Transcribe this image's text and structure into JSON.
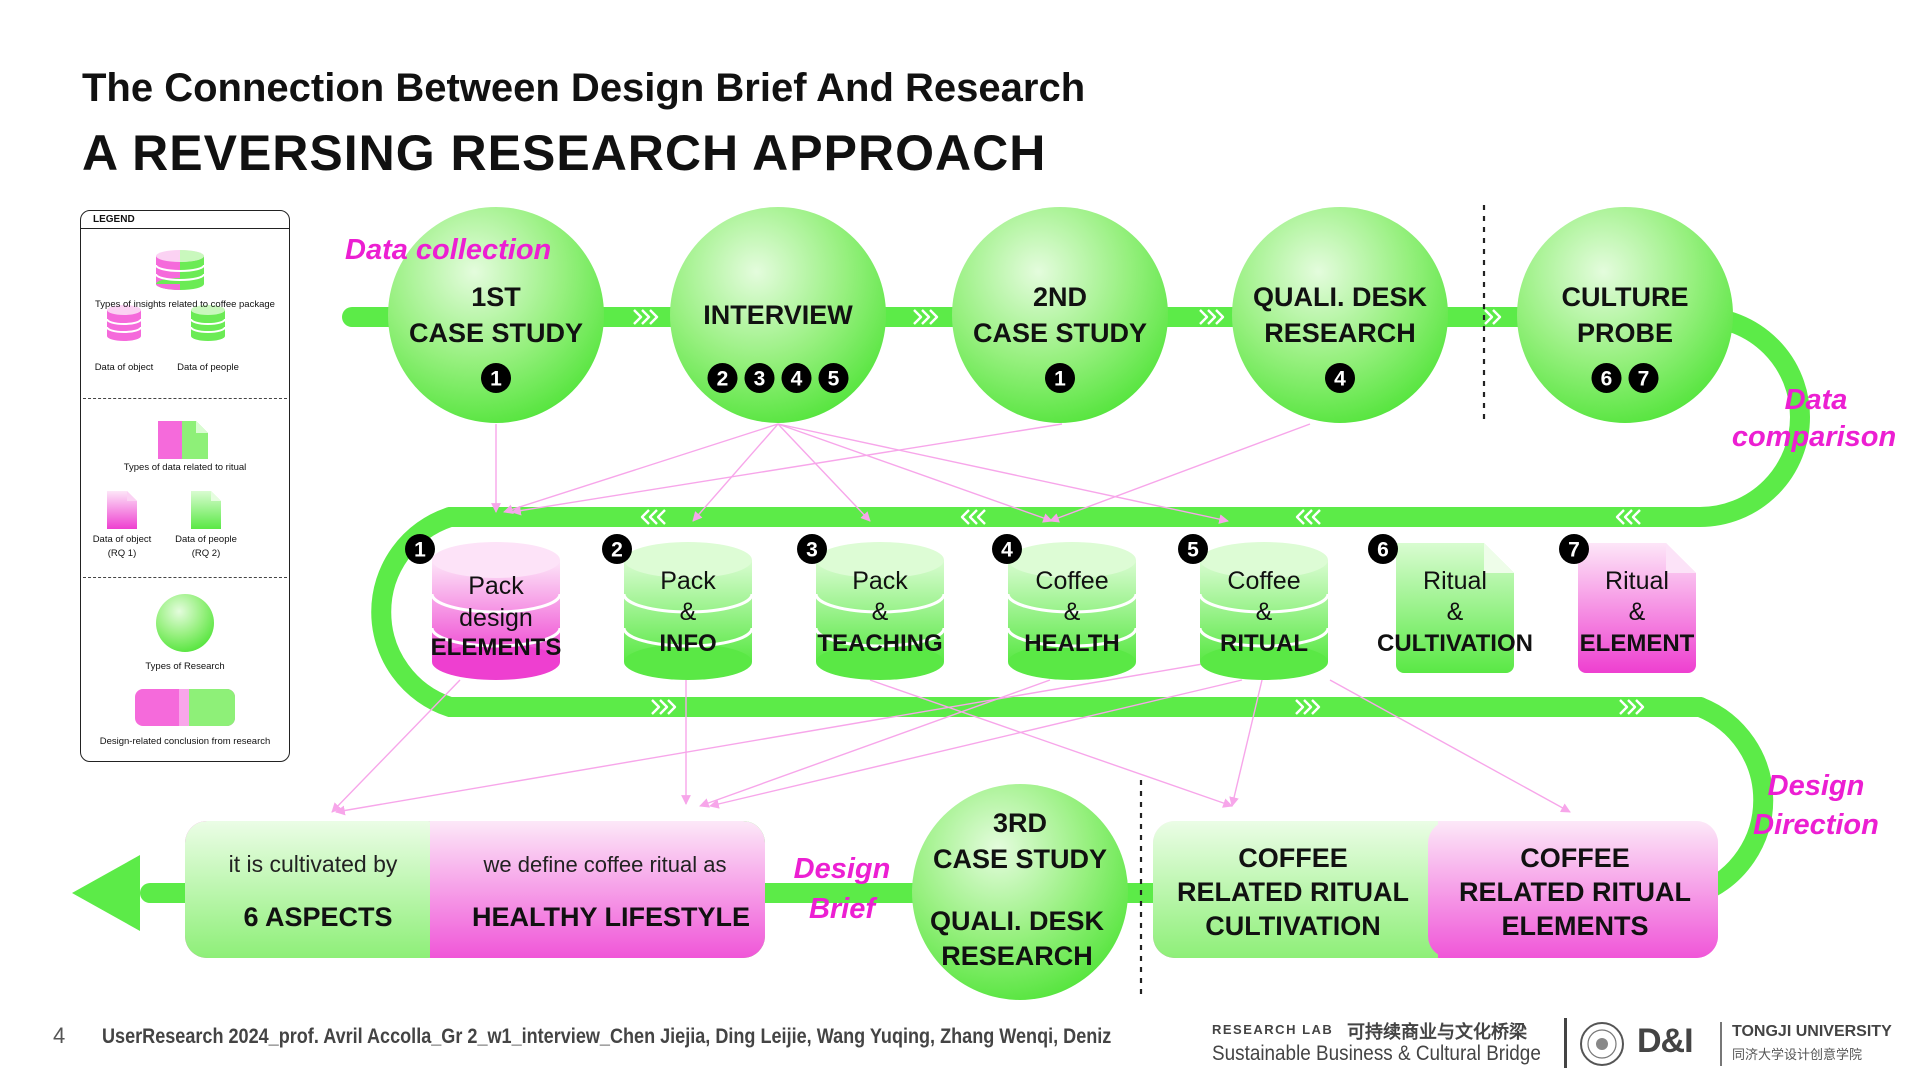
{
  "header": {
    "title": "The Connection Between Design Brief And Research",
    "subtitle": "A REVERSING RESEARCH APPROACH"
  },
  "legend": {
    "heading": "LEGEND",
    "insights_label": "Types of insights related to coffee package",
    "object_label": "Data of object",
    "people_label": "Data of people",
    "ritual_label": "Types of data related to ritual",
    "object_rq_label": "Data of object",
    "object_rq": "(RQ 1)",
    "people_rq_label": "Data of people",
    "people_rq": "(RQ 2)",
    "research_label": "Types of Research",
    "conclusion_label": "Design-related conclusion from research"
  },
  "flow_labels": {
    "data_collection": "Data collection",
    "data_comparison_1": "Data",
    "data_comparison_2": "comparison",
    "design_direction_1": "Design",
    "design_direction_2": "Direction",
    "design_brief_1": "Design",
    "design_brief_2": "Brief"
  },
  "research": [
    {
      "line1": "1ST",
      "line2": "CASE STUDY",
      "nums": [
        "1"
      ]
    },
    {
      "line1": "INTERVIEW",
      "line2": "",
      "nums": [
        "2",
        "3",
        "4",
        "5"
      ]
    },
    {
      "line1": "2ND",
      "line2": "CASE STUDY",
      "nums": [
        "1"
      ]
    },
    {
      "line1": "QUALI. DESK",
      "line2": "RESEARCH",
      "nums": [
        "4"
      ]
    },
    {
      "line1": "CULTURE",
      "line2": "PROBE",
      "nums": [
        "6",
        "7"
      ]
    }
  ],
  "data_items": [
    {
      "num": "1",
      "line1": "Pack",
      "line2": "design",
      "line3": "ELEMENTS"
    },
    {
      "num": "2",
      "line1": "Pack",
      "line2": "&",
      "line3": "INFO"
    },
    {
      "num": "3",
      "line1": "Pack",
      "line2": "&",
      "line3": "TEACHING"
    },
    {
      "num": "4",
      "line1": "Coffee",
      "line2": "&",
      "line3": "HEALTH"
    },
    {
      "num": "5",
      "line1": "Coffee",
      "line2": "&",
      "line3": "RITUAL"
    },
    {
      "num": "6",
      "line1": "Ritual",
      "line2": "&",
      "line3": "CULTIVATION"
    },
    {
      "num": "7",
      "line1": "Ritual",
      "line2": "&",
      "line3": "ELEMENT"
    }
  ],
  "bottom": {
    "cultivated_by": "it is cultivated by",
    "aspects": "6 ASPECTS",
    "define_as": "we define coffee ritual as",
    "lifestyle": "HEALTHY LIFESTYLE",
    "case3_line1": "3RD",
    "case3_line2": "CASE STUDY",
    "case3_line3": "QUALI. DESK",
    "case3_line4": "RESEARCH",
    "cultivation_line1": "COFFEE",
    "cultivation_line2": "RELATED RITUAL",
    "cultivation_line3": "CULTIVATION",
    "elements_line1": "COFFEE",
    "elements_line2": "RELATED RITUAL",
    "elements_line3": "ELEMENTS"
  },
  "footer": {
    "page": "4",
    "credits": "UserResearch 2024_prof. Avril Accolla_Gr 2_w1_interview_Chen Jiejia, Ding Leijie, Wang Yuqing, Zhang Wenqi, Deniz",
    "lab_small": "RESEARCH LAB",
    "lab_cn": "可持续商业与文化桥梁",
    "lab_en": "Sustainable Business & Cultural Bridge",
    "dxi": "D&I",
    "university": "TONGJI UNIVERSITY",
    "university_cn": "同济大学设计创意学院"
  },
  "colors": {
    "green": "#5CEB48",
    "green_light": "#D7FBCF",
    "pink": "#EE3FD0",
    "pink_light": "#FAD3F2",
    "magenta_text": "#EC1FD2"
  }
}
